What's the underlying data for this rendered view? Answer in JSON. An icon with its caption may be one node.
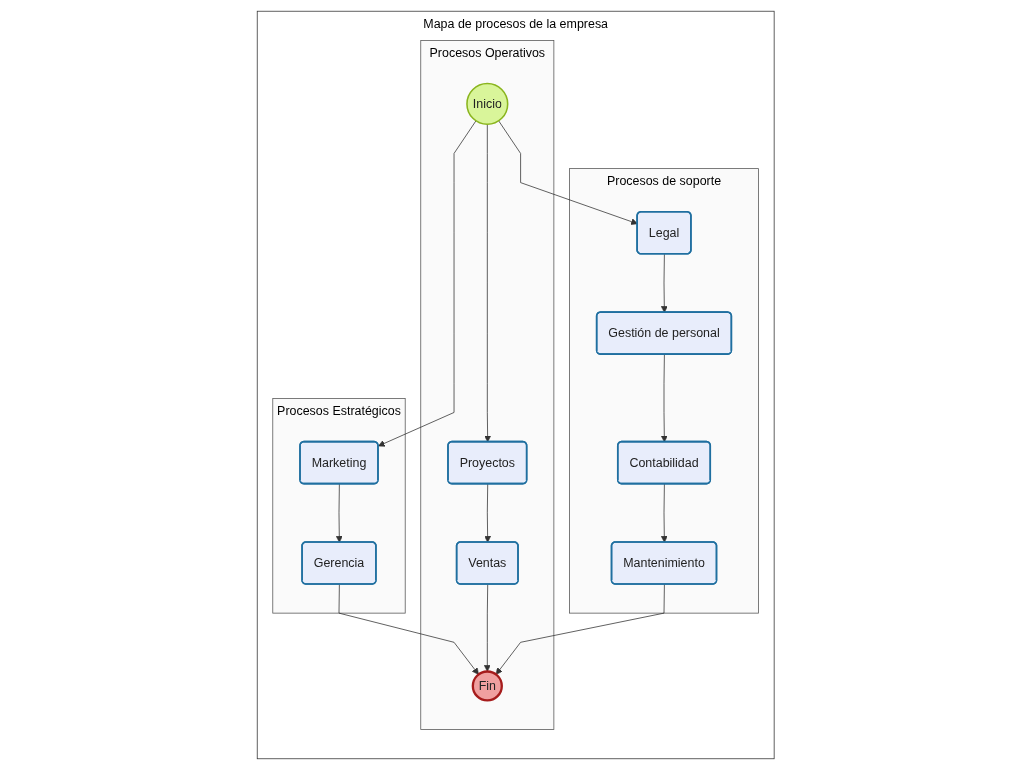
{
  "diagram": {
    "nodes": [
      {
        "text": [
          "Mapa de procesos de la empresa"
        ]
      },
      {
        "text": [
          "Procesos Estratégicos"
        ],
        "in": 0
      },
      {
        "text": [
          "Marketing"
        ],
        "in": 1
      },
      {
        "text": [
          "Gerencia"
        ],
        "in": 1
      },
      {
        "text": [
          "Procesos Operativos"
        ],
        "in": 0
      },
      {
        "text": [
          "Inicio"
        ],
        "in": 4
      },
      {
        "text": [
          "Proyectos"
        ],
        "in": 4
      },
      {
        "text": [
          "Ventas"
        ],
        "in": 4
      },
      {
        "text": [
          "Fin"
        ],
        "in": 4
      },
      {
        "text": [
          "Procesos de soporte"
        ],
        "in": 0
      },
      {
        "text": [
          "Legal"
        ],
        "in": 9
      },
      {
        "text": [
          "Gestión de personal"
        ],
        "in": 9
      },
      {
        "text": [
          "Contabilidad"
        ],
        "in": 9
      },
      {
        "text": [
          "Mantenimiento"
        ],
        "in": 9
      }
    ],
    "edges": [
      {
        "from": 5,
        "to": 2,
        "arrow": "to"
      },
      {
        "from": 2,
        "to": 3,
        "arrow": "to"
      },
      {
        "from": 3,
        "to": 8,
        "arrow": "to"
      },
      {
        "from": 5,
        "to": 6,
        "arrow": "to"
      },
      {
        "from": 6,
        "to": 7,
        "arrow": "to"
      },
      {
        "from": 7,
        "to": 8,
        "arrow": "to"
      },
      {
        "from": 5,
        "to": 10,
        "arrow": "to"
      },
      {
        "from": 10,
        "to": 11,
        "arrow": "to"
      },
      {
        "from": 11,
        "to": 12,
        "arrow": "to"
      },
      {
        "from": 12,
        "to": 13,
        "arrow": "to"
      },
      {
        "from": 13,
        "to": 8,
        "arrow": "to"
      }
    ]
  }
}
